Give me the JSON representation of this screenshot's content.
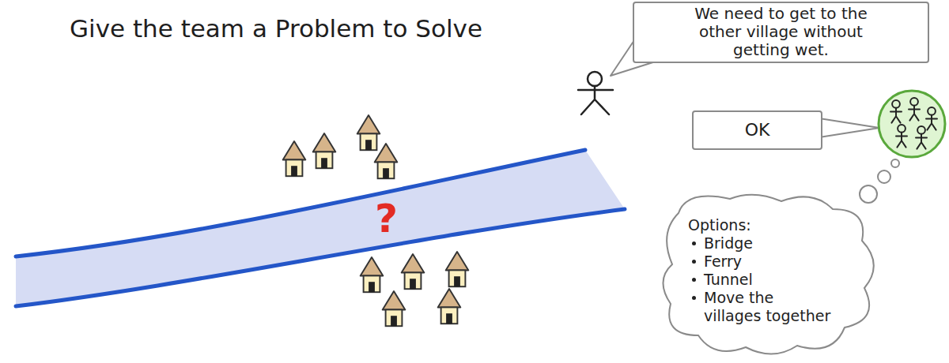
{
  "diagram": {
    "title": "Give the team a Problem to Solve",
    "nodes": [
      {
        "text": [
          "We need to get to the other village without getting wet."
        ]
      },
      {
        "text": [
          "OK"
        ]
      },
      {
        "text": [
          "Options:",
          "Bridge",
          "Ferry",
          "Tunnel",
          "Move the villages together"
        ]
      }
    ],
    "labels": [
      "?"
    ]
  }
}
